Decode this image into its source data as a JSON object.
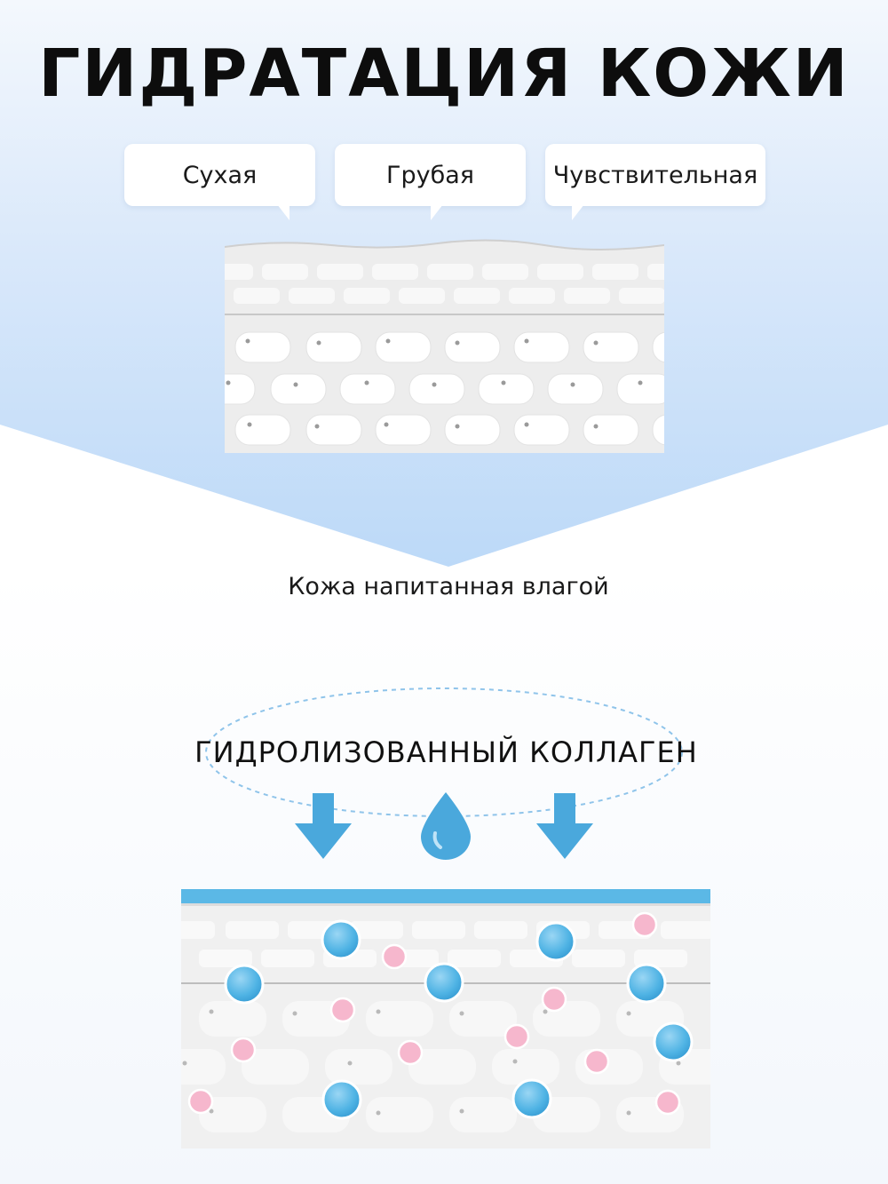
{
  "title": "ГИДРАТАЦИЯ КОЖИ",
  "skin_types": [
    "Сухая",
    "Грубая",
    "Чувствительная"
  ],
  "caption": "Кожа напитанная влагой",
  "ingredient": "ГИДРОЛИЗОВАННЫЙ КОЛЛАГЕН",
  "colors": {
    "accent_blue": "#5bb8e6",
    "drop_blue": "#4aa8dc",
    "pink": "#f4b6cc",
    "background_blue": "#bcd9f8"
  },
  "icons": [
    "down-arrow-icon",
    "water-drop-icon",
    "down-arrow-icon"
  ]
}
